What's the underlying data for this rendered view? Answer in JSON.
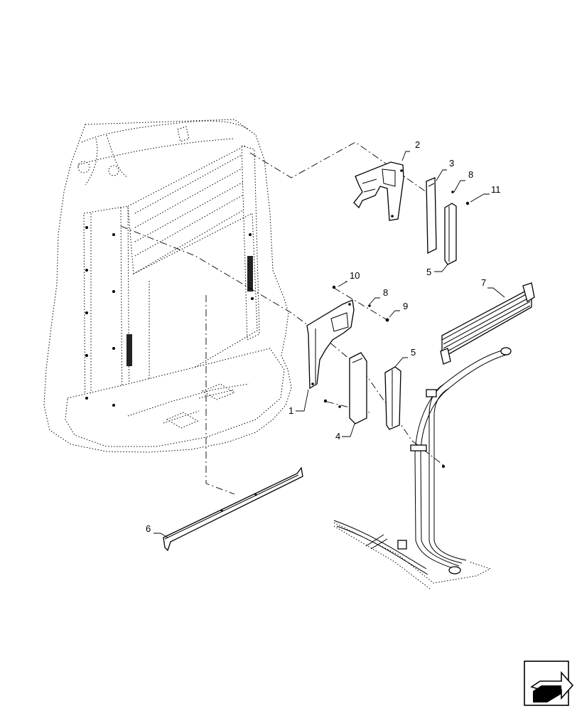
{
  "callouts": {
    "c1": "1",
    "c2": "2",
    "c3": "3",
    "c4": "4",
    "c5a": "5",
    "c5b": "5",
    "c6": "6",
    "c7": "7",
    "c8a": "8",
    "c8b": "8",
    "c9": "9",
    "c10": "10",
    "c11": "11"
  },
  "icons": {
    "nav": "next-page-arrow-icon"
  }
}
